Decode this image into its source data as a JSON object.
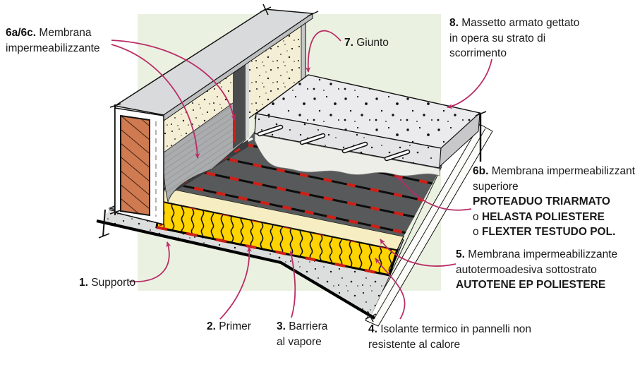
{
  "figure": {
    "type": "construction-detail-diagram",
    "background": "#ffffff",
    "panel_color": "#ebf1e1"
  },
  "colors": {
    "arrow_magenta": "#b92d67",
    "brick_orange": "#cf7a50",
    "membrane_dark": "#57595a",
    "membrane_red": "#cf2017",
    "insulation_yellow": "#ffd400",
    "insulation_top_pale": "#f6eec2",
    "wall_cream": "#f3eed4",
    "concrete_gray": "#dcdddd",
    "slab_top": "#ebebed",
    "coping_gray": "#d9dadb",
    "outline_black": "#111111"
  },
  "labels": {
    "l6ac": {
      "num": "6a/6c.",
      "text": "Membrana impermeabilizzante"
    },
    "l7": {
      "num": "7.",
      "text": "Giunto"
    },
    "l8": {
      "num": "8.",
      "text": "Massetto armato gettato in opera su strato di scorrimento"
    },
    "l6b": {
      "num": "6b.",
      "text": "Membrana impermeabilizzante superiore",
      "line1": "PROTEADUO TRIARMATO",
      "line2_prefix": "o",
      "line2": "HELASTA POLIESTERE",
      "line3_prefix": "o",
      "line3": "FLEXTER TESTUDO POL."
    },
    "l5": {
      "num": "5.",
      "text": "Membrana impermeabilizzante autotermoadesiva sottostrato",
      "product": "AUTOTENE EP POLIESTERE"
    },
    "l1": {
      "num": "1.",
      "text": "Supporto"
    },
    "l2": {
      "num": "2.",
      "text": "Primer"
    },
    "l3": {
      "num": "3.",
      "text": "Barriera al vapore"
    },
    "l4": {
      "num": "4.",
      "text": "Isolante termico in pannelli non resistente al calore"
    }
  }
}
